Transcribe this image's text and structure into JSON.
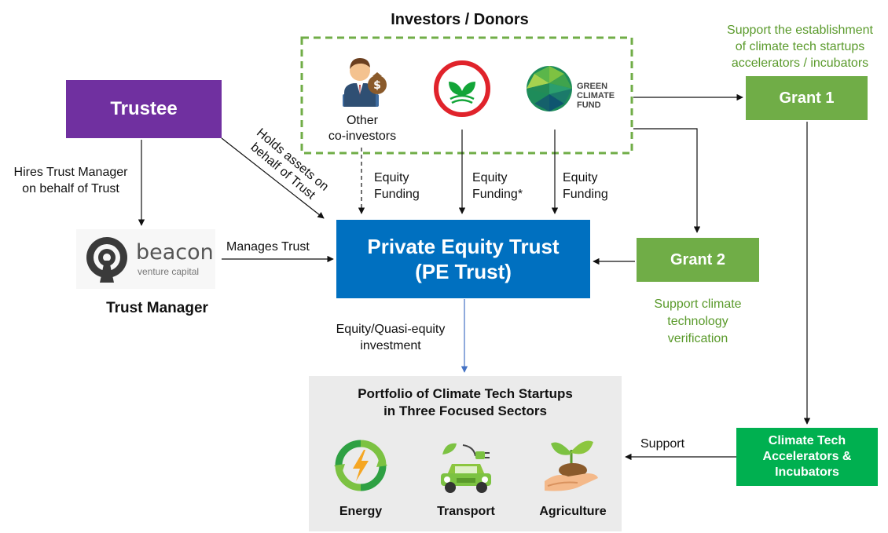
{
  "investors": {
    "title": "Investors / Donors",
    "other": {
      "line1": "Other",
      "line2": "co-investors"
    },
    "gcf": {
      "line1": "GREEN",
      "line2": "CLIMATE",
      "line3": "FUND"
    }
  },
  "trustee": {
    "label": "Trustee"
  },
  "labels": {
    "hires_line1": "Hires Trust Manager",
    "hires_line2": "on behalf of Trust",
    "holds_line1": "Holds assets on",
    "holds_line2": "behalf of Trust",
    "equity1": "Equity",
    "funding1": "Funding",
    "equity2": "Equity",
    "funding2": "Funding*",
    "equity3": "Equity",
    "funding3": "Funding",
    "manages": "Manages Trust",
    "investment_line1": "Equity/Quasi-equity",
    "investment_line2": "investment",
    "support": "Support"
  },
  "beacon": {
    "name": "beacon",
    "sub": "venture capital"
  },
  "trust_manager": {
    "label": "Trust Manager"
  },
  "pe_trust": {
    "line1": "Private Equity Trust",
    "line2": "(PE Trust)"
  },
  "grant1": {
    "label": "Grant 1",
    "note_line1": "Support the establishment",
    "note_line2": "of climate tech startups",
    "note_line3": "accelerators / incubators"
  },
  "grant2": {
    "label": "Grant 2",
    "note_line1": "Support climate",
    "note_line2": "technology",
    "note_line3": "verification"
  },
  "accelerators": {
    "line1": "Climate Tech",
    "line2": "Accelerators &",
    "line3": "Incubators"
  },
  "portfolio": {
    "title_line1": "Portfolio of Climate Tech Startups",
    "title_line2": "in Three Focused Sectors",
    "sectors": [
      "Energy",
      "Transport",
      "Agriculture"
    ]
  },
  "colors": {
    "trustee": "#7030a0",
    "pe_trust": "#0070c0",
    "grant": "#70ad47",
    "accelerators": "#00b050",
    "dashed_border": "#70ad47",
    "note_text": "#5a9a2b",
    "portfolio_bg": "#ebebeb"
  },
  "icons": [
    "investor-person-icon",
    "kbank-logo-icon",
    "gcf-globe-icon",
    "beacon-logo-icon",
    "energy-icon",
    "transport-car-icon",
    "agriculture-plant-icon"
  ]
}
